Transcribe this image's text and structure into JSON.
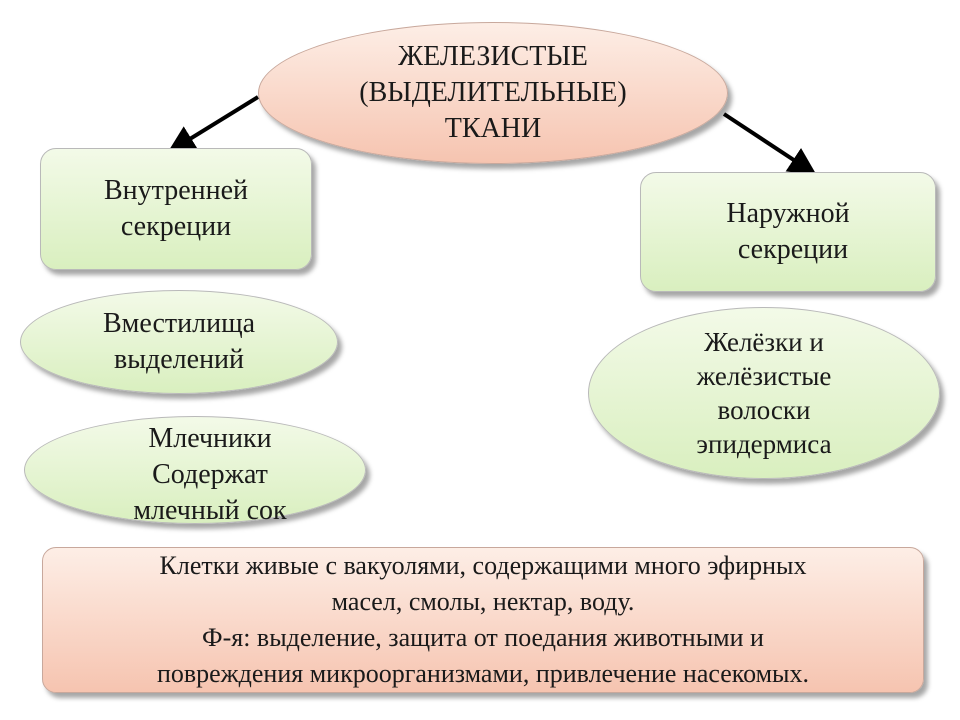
{
  "title": {
    "lines": [
      "ЖЕЛЕЗИСТЫЕ",
      "(ВЫДЕЛИТЕЛЬНЫЕ)",
      "ТКАНИ"
    ]
  },
  "left_box": {
    "lines": [
      "Внутренней",
      "секреции"
    ]
  },
  "right_box": {
    "lines": [
      "Наружной",
      "секреции"
    ]
  },
  "left_oval_1": {
    "lines": [
      "Вместилища",
      "выделений"
    ]
  },
  "left_oval_2": {
    "lines": [
      "Млечники",
      "Содержат",
      "млечный сок"
    ]
  },
  "right_oval": {
    "lines": [
      "Желёзки и",
      "желёзистые",
      "волоски",
      "эпидермиса"
    ]
  },
  "bottom_box": {
    "lines": [
      "Клетки живые с вакуолями, содержащими много эфирных",
      "масел, смолы, нектар, воду.",
      "Ф-я: выделение, защита от поедания животными и",
      "повреждения микроорганизмами, привлечение насекомых."
    ]
  },
  "colors": {
    "green_fill": "#dff1c8",
    "pink_fill": "#f9d6c8",
    "arrow": "#000000"
  }
}
